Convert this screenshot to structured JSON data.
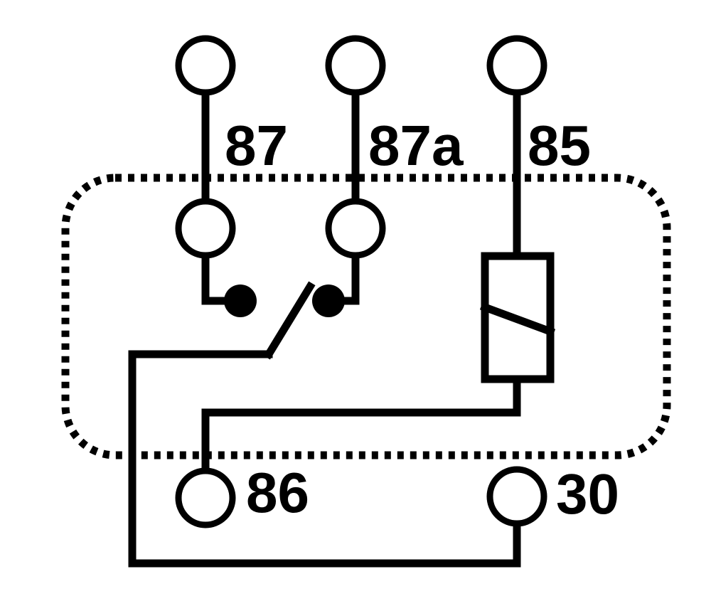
{
  "diagram": {
    "labels": {
      "pin_87": "87",
      "pin_87a": "87a",
      "pin_85": "85",
      "pin_86": "86",
      "pin_30": "30"
    },
    "colors": {
      "line": "#000000",
      "background": "#ffffff"
    }
  }
}
